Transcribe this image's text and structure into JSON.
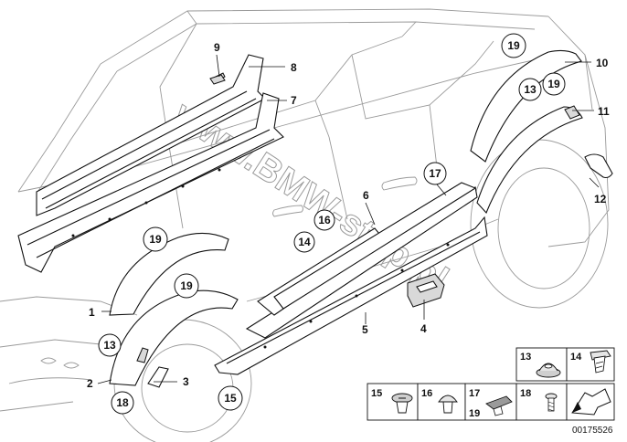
{
  "diagram": {
    "watermark": "www.BMW-stop.pl",
    "doc_number": "00175526",
    "callouts": [
      {
        "id": "c1",
        "text": "1"
      },
      {
        "id": "c2",
        "text": "2"
      },
      {
        "id": "c3",
        "text": "3"
      },
      {
        "id": "c4",
        "text": "4"
      },
      {
        "id": "c5",
        "text": "5"
      },
      {
        "id": "c6",
        "text": "6"
      },
      {
        "id": "c7",
        "text": "7"
      },
      {
        "id": "c8",
        "text": "8"
      },
      {
        "id": "c9",
        "text": "9"
      },
      {
        "id": "c10",
        "text": "10"
      },
      {
        "id": "c11",
        "text": "11"
      },
      {
        "id": "c12",
        "text": "12"
      }
    ],
    "circled_callouts": [
      {
        "id": "k19a",
        "text": "19"
      },
      {
        "id": "k13a",
        "text": "13"
      },
      {
        "id": "k19b",
        "text": "19"
      },
      {
        "id": "k17",
        "text": "17"
      },
      {
        "id": "k16",
        "text": "16"
      },
      {
        "id": "k14",
        "text": "14"
      },
      {
        "id": "k19c",
        "text": "19"
      },
      {
        "id": "k19d",
        "text": "19"
      },
      {
        "id": "k13b",
        "text": "13"
      },
      {
        "id": "k18",
        "text": "18"
      },
      {
        "id": "k15",
        "text": "15"
      }
    ],
    "legend_cells": [
      {
        "id": "l13",
        "text": "13"
      },
      {
        "id": "l14",
        "text": "14"
      },
      {
        "id": "l15",
        "text": "15"
      },
      {
        "id": "l16",
        "text": "16"
      },
      {
        "id": "l17",
        "text": "17"
      },
      {
        "id": "l19",
        "text": "19"
      },
      {
        "id": "l18",
        "text": "18"
      }
    ]
  }
}
